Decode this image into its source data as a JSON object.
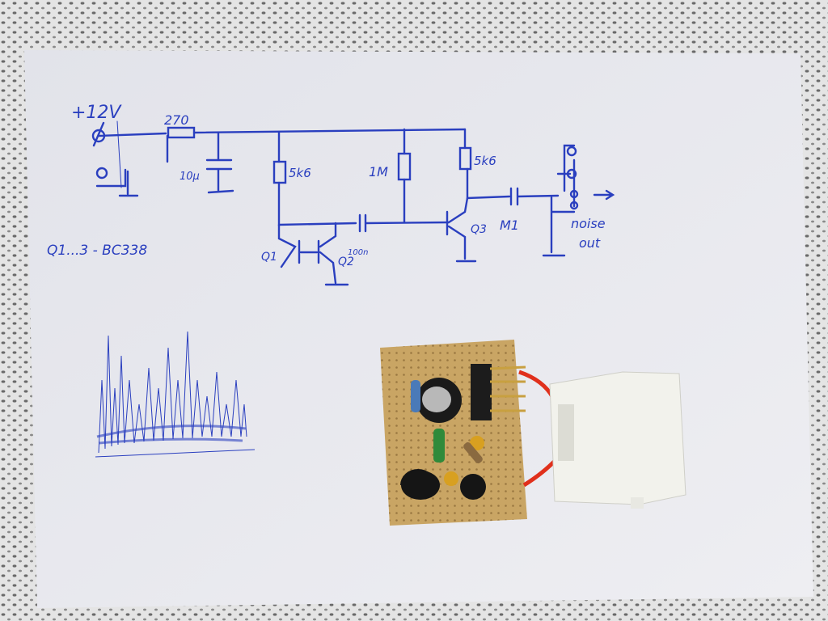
{
  "schematic": {
    "supply_label": "+12V",
    "r_series": "270",
    "c_filter": "10µ",
    "r_q12": "5k6",
    "r_bias": "1M",
    "r_q3": "5k6",
    "c_couple": "100n",
    "c_out": "M1",
    "q1": "Q1",
    "q2": "Q2",
    "q3": "Q3",
    "output_label_1": "noise",
    "output_label_2": "out",
    "parts_note": "Q1...3 - BC338"
  },
  "colors": {
    "ink": "#2a3fbf",
    "paper": "#e9eaf0",
    "pcb": "#c9a564",
    "connector": "#f2f2ec",
    "wire": "#e0301c"
  }
}
